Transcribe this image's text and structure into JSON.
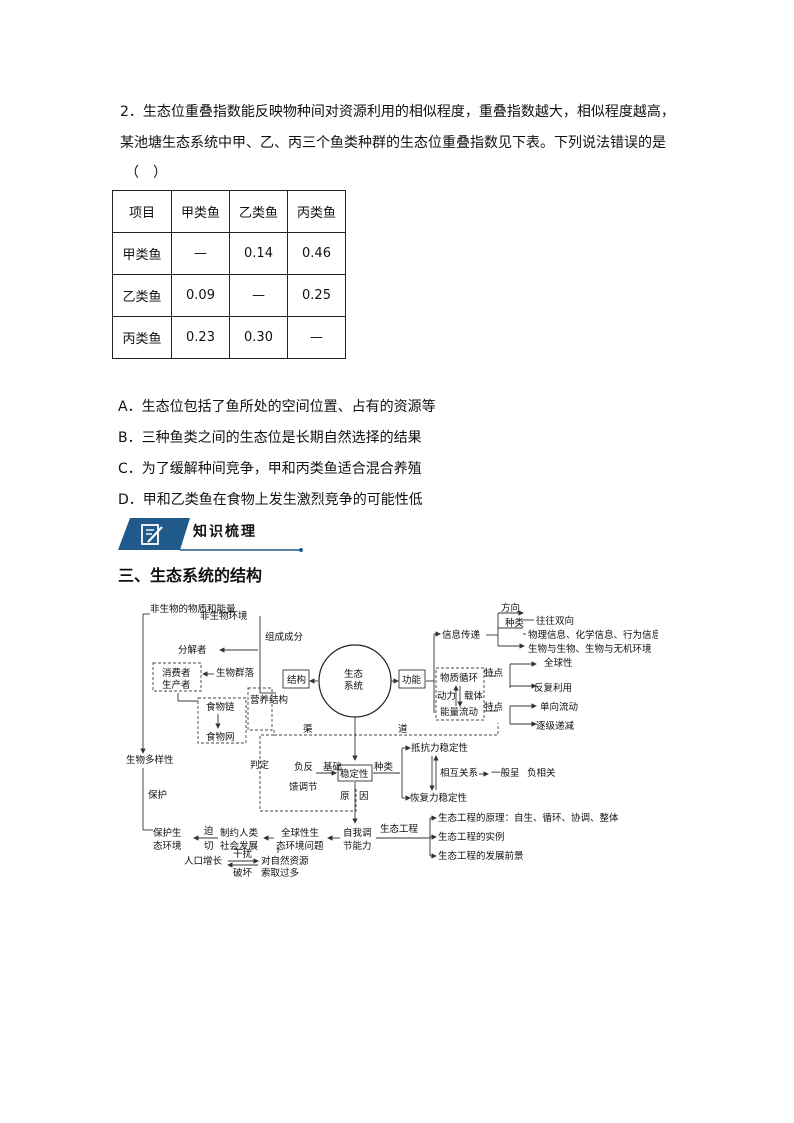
{
  "question": {
    "line1": "2．生态位重叠指数能反映物种间对资源利用的相似程度，重叠指数越大，相似程度越高，",
    "line2": "某池塘生态系统中甲、乙、丙三个鱼类种群的生态位重叠指数见下表。下列说法错误的是",
    "paren": "（　）"
  },
  "table": {
    "headers": [
      "项目",
      "甲类鱼",
      "乙类鱼",
      "丙类鱼"
    ],
    "rows": [
      [
        "甲类鱼",
        "—",
        "0.14",
        "0.46"
      ],
      [
        "乙类鱼",
        "0.09",
        "—",
        "0.25"
      ],
      [
        "丙类鱼",
        "0.23",
        "0.30",
        "—"
      ]
    ]
  },
  "options": {
    "a": "A．生态位包括了鱼所处的空间位置、占有的资源等",
    "b": "B．三种鱼类之间的生态位是长期自然选择的结果",
    "c": "C．为了缓解种间竞争，甲和丙类鱼适合混合养殖",
    "d": "D．甲和乙类鱼在食物上发生激烈竞争的可能性低"
  },
  "banner": {
    "label": "知识梳理",
    "icon": "notepad-pencil-icon"
  },
  "section_title": "三、生态系统的结构",
  "diagram": {
    "center": "生态系统",
    "nonbio_matter": "非生物的物质和能量",
    "nonbio_env": "非生物环境",
    "composition": "组成成分",
    "decomposer": "分解者",
    "consumer": "消费者",
    "producer": "生产者",
    "community": "生物群落",
    "food_chain": "食物链",
    "food_web": "食物网",
    "trophic": "营养结构",
    "structure": "结构",
    "function": "功能",
    "info": "信息传递",
    "direction": "方向",
    "kinds": "种类",
    "bidirectional": "往往双向",
    "info_kinds": "物理信息、化学信息、行为信息",
    "info_between": "生物与生物、生物与无机环境",
    "matter_cycle": "物质循环",
    "energy_flow": "能量流动",
    "power": "动力",
    "carrier": "载体",
    "feature": "特点",
    "global": "全球性",
    "reuse": "反复利用",
    "one_way": "单向流动",
    "decrease": "逐级递减",
    "channel_a": "渠",
    "channel_b": "道",
    "judge": "判定",
    "biodiversity": "生物多样性",
    "protect": "保护",
    "negative_fb_a": "负反",
    "negative_fb_b": "馈调节",
    "basis": "基础",
    "stability": "稳定性",
    "types": "种类",
    "reason": "原　因",
    "resist": "抵抗力稳定性",
    "relation": "相互关系",
    "general": "一般呈",
    "neg_corr": "负相关",
    "recover": "恢复力稳定性",
    "self_reg_a": "自我调",
    "self_reg_b": "节能力",
    "eco_eng": "生态工程",
    "principles": "生态工程的原理：自生、循环、协调、整体",
    "examples": "生态工程的实例",
    "prospects": "生态工程的发展前景",
    "global_issue_a": "全球性生",
    "global_issue_b": "态环境问题",
    "restrict_a": "制约人类",
    "restrict_b": "社会发展",
    "force_a": "迫",
    "force_b": "切",
    "protect_env_a": "保护生",
    "protect_env_b": "态环境",
    "population": "人口增长",
    "interfere": "干扰",
    "destroy": "破坏",
    "overuse_a": "对自然资源",
    "overuse_b": "索取过多"
  }
}
